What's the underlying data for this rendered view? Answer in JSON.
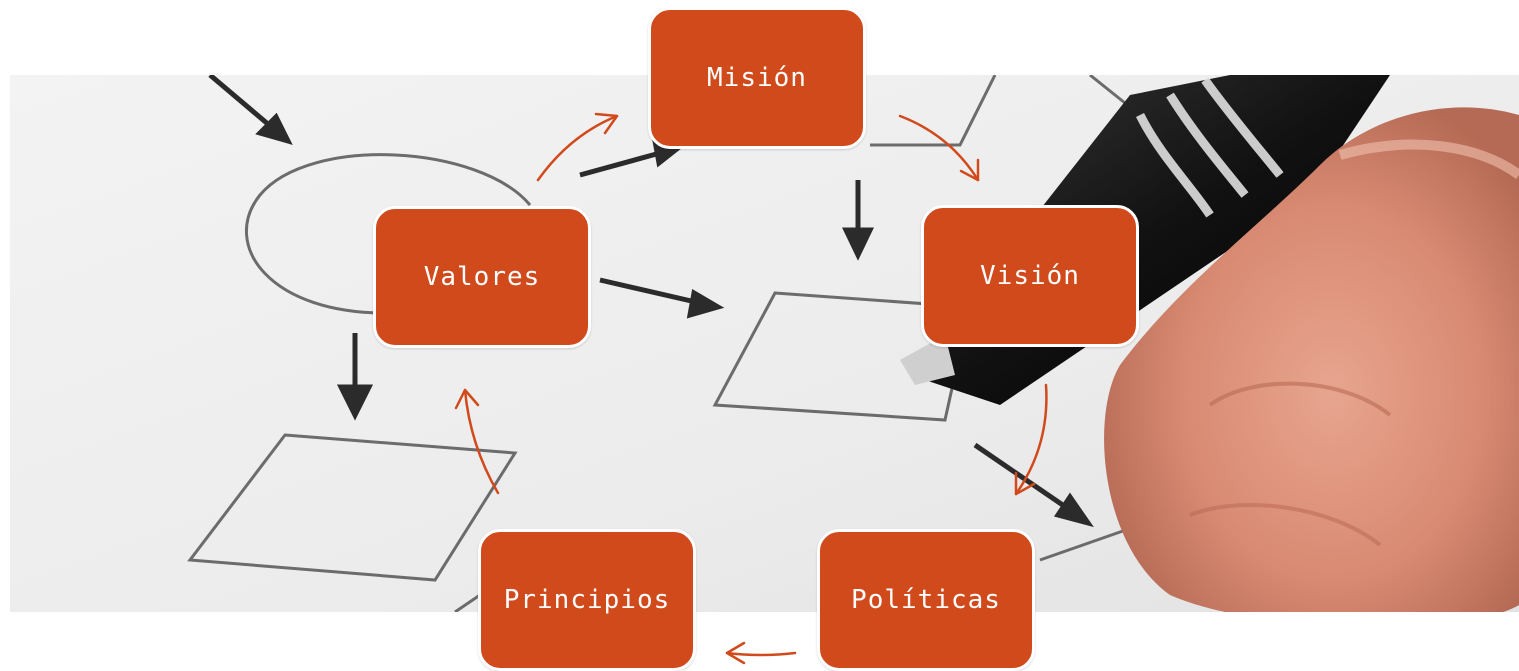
{
  "nodes": {
    "mision": "Misión",
    "vision": "Visión",
    "politicas": "Políticas",
    "principios": "Principios",
    "valores": "Valores"
  },
  "colors": {
    "node_fill": "#d14a1c",
    "node_border": "#ffffff",
    "node_text": "#ffffff",
    "arrow": "#d14a1c"
  },
  "background_image": "hand-drawing-flowchart-photo"
}
